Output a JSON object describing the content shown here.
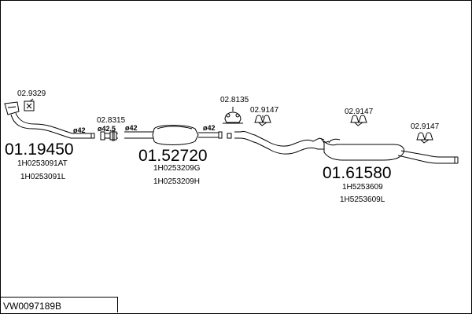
{
  "diagram": {
    "sections": [
      {
        "number": "01.19450",
        "refs": [
          "1H0253091AT",
          "1H0253091L"
        ],
        "diameter": "ø42"
      },
      {
        "number": "01.52720",
        "refs": [
          "1H0253209G",
          "1H0253209H"
        ],
        "diameter": "ø42"
      },
      {
        "number": "01.61580",
        "refs": [
          "1H5253609",
          "1H5253609L"
        ]
      }
    ],
    "fittings": {
      "gasket": "02.9329",
      "clamp": "02.8315",
      "clamp_diameter_left": "ø42.5",
      "clamp_diameter_right": "ø42",
      "mount_rubber": "02.8135",
      "hanger_1": "02.9147",
      "hanger_2": "02.9147",
      "hanger_3": "02.9147"
    },
    "assembly_code": "VW0097189B"
  }
}
